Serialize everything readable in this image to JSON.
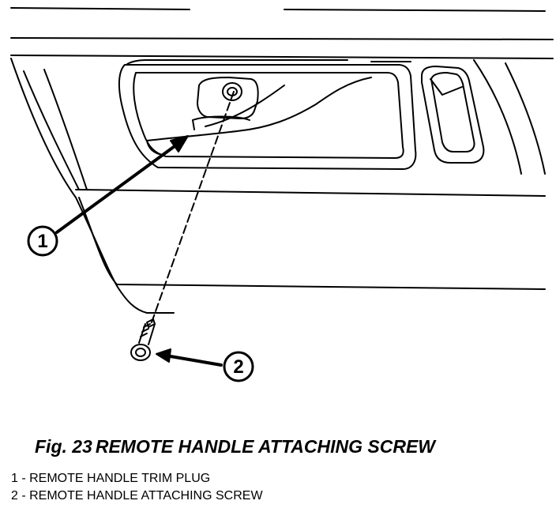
{
  "figure": {
    "number_label": "Fig. 23",
    "title": "REMOTE HANDLE ATTACHING SCREW"
  },
  "callouts": [
    {
      "number": "1",
      "label": "REMOTE HANDLE TRIM PLUG"
    },
    {
      "number": "2",
      "label": "REMOTE HANDLE ATTACHING SCREW"
    }
  ],
  "legend_separator": " - "
}
